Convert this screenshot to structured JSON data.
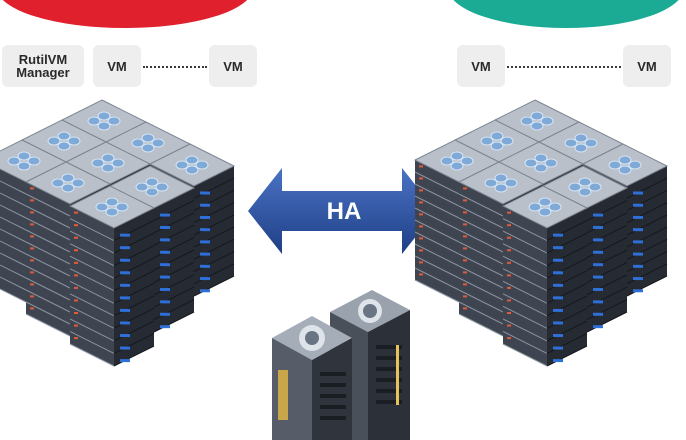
{
  "left_cluster": {
    "manager_label_line1": "RutilVM",
    "manager_label_line2": "Manager",
    "vm_a": "VM",
    "vm_b": "VM",
    "cap_color": "#e0202c"
  },
  "right_cluster": {
    "vm_a": "VM",
    "vm_b": "VM",
    "cap_color": "#1bab94"
  },
  "link": {
    "label": "HA",
    "arrow_color": "#2d55a4"
  },
  "icons": {
    "left_server_rack": "server-rack-cluster-icon",
    "right_server_rack": "server-rack-cluster-icon",
    "storage": "storage-server-icon"
  }
}
